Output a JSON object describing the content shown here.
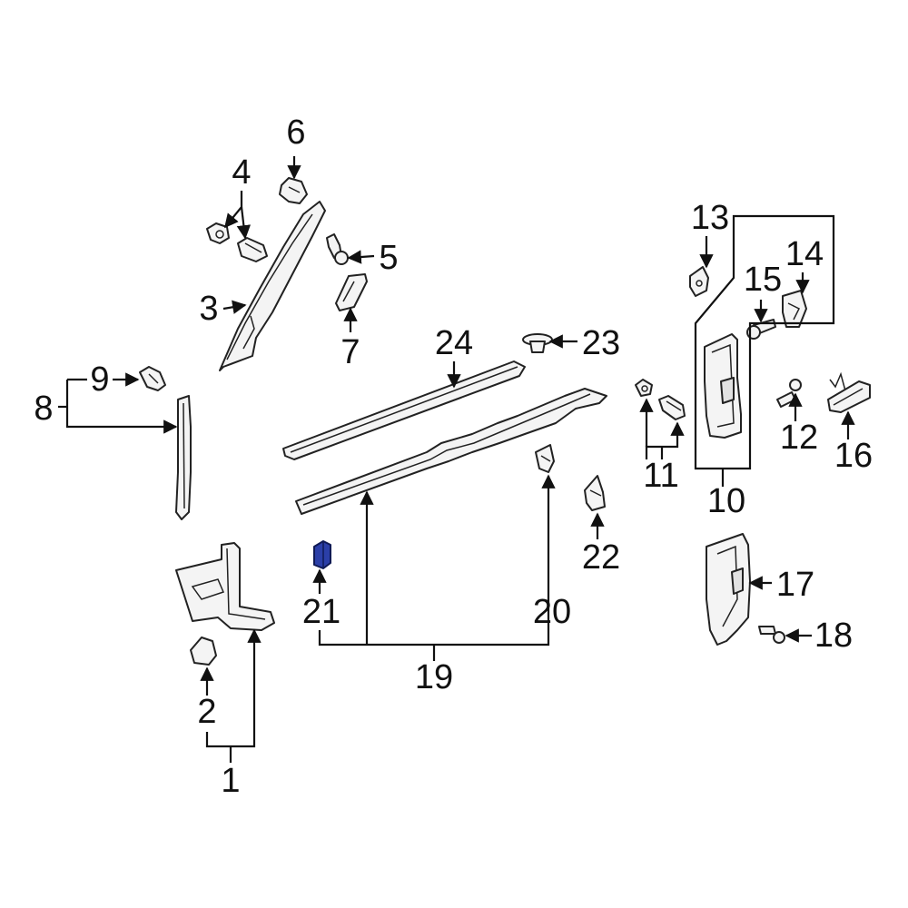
{
  "callouts": {
    "c1": "1",
    "c2": "2",
    "c3": "3",
    "c4": "4",
    "c5": "5",
    "c6": "6",
    "c7": "7",
    "c8": "8",
    "c9": "9",
    "c10": "10",
    "c11": "11",
    "c12": "12",
    "c13": "13",
    "c14": "14",
    "c15": "15",
    "c16": "16",
    "c17": "17",
    "c18": "18",
    "c19": "19",
    "c20": "20",
    "c21": "21",
    "c22": "22",
    "c23": "23",
    "c24": "24"
  },
  "highlight": {
    "part": "21",
    "color": "#2b3fa8"
  },
  "line_color": "#111111"
}
